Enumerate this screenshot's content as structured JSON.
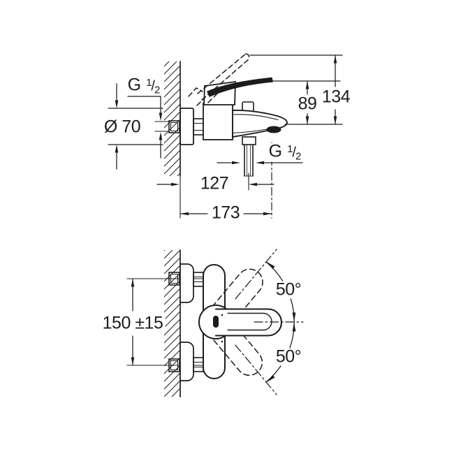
{
  "drawing": {
    "background": "#ffffff",
    "line_color": "#1c1c1c",
    "side_view": {
      "inlet_thread": {
        "prefix": "G",
        "numerator": "1",
        "slash": "/",
        "denominator": "2"
      },
      "escutcheon_diameter": "Ø 70",
      "height_handle_to_spout": "89",
      "height_total": "134",
      "shower_thread": {
        "prefix": "G",
        "numerator": "1",
        "slash": "/",
        "denominator": "2"
      },
      "shower_outlet_projection": "127",
      "spout_projection": "173"
    },
    "front_view": {
      "connection_spacing": "150 ±15",
      "swing_angle_upper": "50°",
      "swing_angle_lower": "50°"
    }
  }
}
